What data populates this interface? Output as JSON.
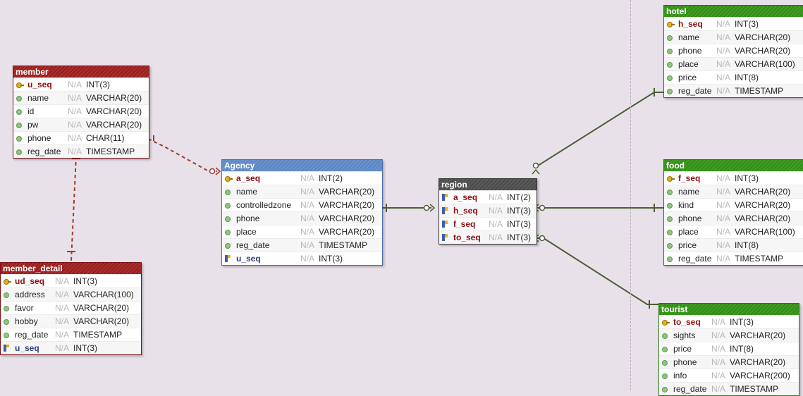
{
  "null_marker": "N/A",
  "tables": [
    {
      "id": "member",
      "title": "member",
      "color": "red",
      "columns": [
        {
          "name": "u_seq",
          "type": "INT(3)",
          "kind": "pk"
        },
        {
          "name": "name",
          "type": "VARCHAR(20)",
          "kind": "col"
        },
        {
          "name": "id",
          "type": "VARCHAR(20)",
          "kind": "col"
        },
        {
          "name": "pw",
          "type": "VARCHAR(20)",
          "kind": "col"
        },
        {
          "name": "phone",
          "type": "CHAR(11)",
          "kind": "col"
        },
        {
          "name": "reg_date",
          "type": "TIMESTAMP",
          "kind": "col"
        }
      ]
    },
    {
      "id": "member_detail",
      "title": "member_detail",
      "color": "red",
      "columns": [
        {
          "name": "ud_seq",
          "type": "INT(3)",
          "kind": "pk"
        },
        {
          "name": "address",
          "type": "VARCHAR(100)",
          "kind": "col"
        },
        {
          "name": "favor",
          "type": "VARCHAR(20)",
          "kind": "col"
        },
        {
          "name": "hobby",
          "type": "VARCHAR(20)",
          "kind": "col"
        },
        {
          "name": "reg_date",
          "type": "TIMESTAMP",
          "kind": "col"
        },
        {
          "name": "u_seq",
          "type": "INT(3)",
          "kind": "fk"
        }
      ]
    },
    {
      "id": "agency",
      "title": "Agency",
      "color": "blue",
      "columns": [
        {
          "name": "a_seq",
          "type": "INT(2)",
          "kind": "pk"
        },
        {
          "name": "name",
          "type": "VARCHAR(20)",
          "kind": "col"
        },
        {
          "name": "controlledzone",
          "type": "VARCHAR(20)",
          "kind": "col"
        },
        {
          "name": "phone",
          "type": "VARCHAR(20)",
          "kind": "col"
        },
        {
          "name": "place",
          "type": "VARCHAR(20)",
          "kind": "col"
        },
        {
          "name": "reg_date",
          "type": "TIMESTAMP",
          "kind": "col"
        },
        {
          "name": "u_seq",
          "type": "INT(3)",
          "kind": "fk"
        }
      ]
    },
    {
      "id": "region",
      "title": "region",
      "color": "dark",
      "columns": [
        {
          "name": "a_seq",
          "type": "INT(2)",
          "kind": "pkfk"
        },
        {
          "name": "h_seq",
          "type": "INT(3)",
          "kind": "pkfk"
        },
        {
          "name": "f_seq",
          "type": "INT(3)",
          "kind": "pkfk"
        },
        {
          "name": "to_seq",
          "type": "INT(3)",
          "kind": "pkfk"
        }
      ]
    },
    {
      "id": "hotel",
      "title": "hotel",
      "color": "green",
      "columns": [
        {
          "name": "h_seq",
          "type": "INT(3)",
          "kind": "pk"
        },
        {
          "name": "name",
          "type": "VARCHAR(20)",
          "kind": "col"
        },
        {
          "name": "phone",
          "type": "VARCHAR(20)",
          "kind": "col"
        },
        {
          "name": "place",
          "type": "VARCHAR(100)",
          "kind": "col"
        },
        {
          "name": "price",
          "type": "INT(8)",
          "kind": "col"
        },
        {
          "name": "reg_date",
          "type": "TIMESTAMP",
          "kind": "col"
        }
      ]
    },
    {
      "id": "food",
      "title": "food",
      "color": "green",
      "columns": [
        {
          "name": "f_seq",
          "type": "INT(3)",
          "kind": "pk"
        },
        {
          "name": "name",
          "type": "VARCHAR(20)",
          "kind": "col"
        },
        {
          "name": "kind",
          "type": "VARCHAR(20)",
          "kind": "col"
        },
        {
          "name": "phone",
          "type": "VARCHAR(20)",
          "kind": "col"
        },
        {
          "name": "place",
          "type": "VARCHAR(100)",
          "kind": "col"
        },
        {
          "name": "price",
          "type": "INT(8)",
          "kind": "col"
        },
        {
          "name": "reg_date",
          "type": "TIMESTAMP",
          "kind": "col"
        }
      ]
    },
    {
      "id": "tourist",
      "title": "tourist",
      "color": "green",
      "columns": [
        {
          "name": "to_seq",
          "type": "INT(3)",
          "kind": "pk"
        },
        {
          "name": "sights",
          "type": "VARCHAR(20)",
          "kind": "col"
        },
        {
          "name": "price",
          "type": "INT(8)",
          "kind": "col"
        },
        {
          "name": "phone",
          "type": "VARCHAR(20)",
          "kind": "col"
        },
        {
          "name": "info",
          "type": "VARCHAR(200)",
          "kind": "col"
        },
        {
          "name": "reg_date",
          "type": "TIMESTAMP",
          "kind": "col"
        }
      ]
    }
  ],
  "relationships": [
    {
      "from": "member",
      "to": "agency",
      "style": "dashed",
      "color": "#a0392f",
      "cardinality": "one-to-zero-or-many"
    },
    {
      "from": "member",
      "to": "member_detail",
      "style": "dashed",
      "color": "#a0392f",
      "cardinality": "one-to-one"
    },
    {
      "from": "agency",
      "to": "region",
      "style": "solid",
      "color": "#4b5e36",
      "cardinality": "one-to-zero-or-many"
    },
    {
      "from": "hotel",
      "to": "region",
      "style": "solid",
      "color": "#4b5e36",
      "cardinality": "one-to-zero-or-many"
    },
    {
      "from": "food",
      "to": "region",
      "style": "solid",
      "color": "#4b5e36",
      "cardinality": "one-to-zero-or-many"
    },
    {
      "from": "tourist",
      "to": "region",
      "style": "solid",
      "color": "#4b5e36",
      "cardinality": "one-to-zero-or-many"
    }
  ],
  "colors": {
    "background": "#e9e1ea",
    "red": "#9b1b1b",
    "blue": "#5b86c5",
    "dark": "#4a4a4a",
    "green": "#2f8f12"
  }
}
